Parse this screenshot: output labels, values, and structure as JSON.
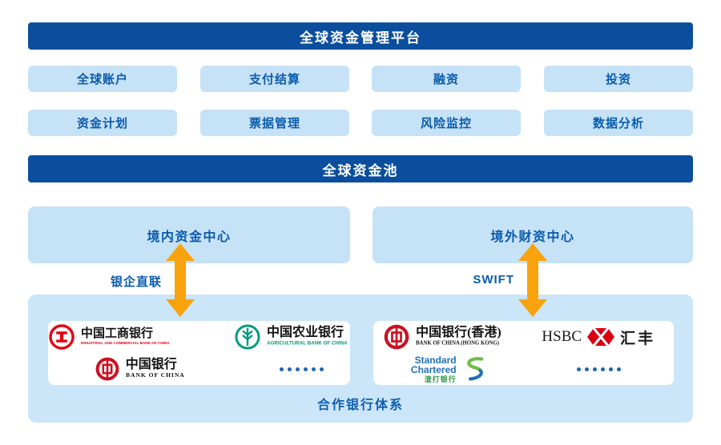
{
  "header": {
    "title": "全球资金管理平台"
  },
  "modules_row1": [
    "全球账户",
    "支付结算",
    "融资",
    "投资"
  ],
  "modules_row2": [
    "资金计划",
    "票据管理",
    "风险监控",
    "数据分析"
  ],
  "pool": {
    "title": "全球资金池"
  },
  "centers": {
    "domestic": {
      "label": "境内资金中心",
      "link_label": "银企直联"
    },
    "overseas": {
      "label": "境外财资中心",
      "link_label": "SWIFT"
    }
  },
  "partner_banks": {
    "title": "合作银行体系",
    "more_indicator": "……",
    "domestic": [
      {
        "name": "中国工商银行",
        "subtitle": "INDUSTRIAL AND COMMERCIAL BANK OF CHINA",
        "icon": "icbc-logo"
      },
      {
        "name": "中国农业银行",
        "subtitle": "AGRICULTURAL BANK OF CHINA",
        "icon": "abc-logo"
      },
      {
        "name": "中国银行",
        "subtitle": "BANK OF CHINA",
        "icon": "boc-logo"
      }
    ],
    "overseas": [
      {
        "name": "中国银行(香港)",
        "subtitle": "BANK OF CHINA (HONG KONG)",
        "icon": "boc-logo"
      },
      {
        "name_prefix": "HSBC",
        "name_suffix": "汇丰",
        "icon": "hsbc-hexagon-logo"
      },
      {
        "name_line1": "Standard",
        "name_line2": "Chartered",
        "subtitle": "渣打银行",
        "icon": "standard-chartered-logo"
      }
    ]
  },
  "colors": {
    "banner_blue": "#0A4E9D",
    "box_light_blue": "#C6E2F7",
    "container_light_blue": "#CBE5F9",
    "text_blue": "#0A5BAB",
    "arrow_orange": "#F8A30D",
    "icbc_red": "#E60012",
    "abc_green": "#009B7C",
    "boc_red": "#CC1122",
    "hsbc_red": "#DB0011",
    "sc_blue": "#2170B8",
    "sc_green": "#2E9B4E"
  }
}
